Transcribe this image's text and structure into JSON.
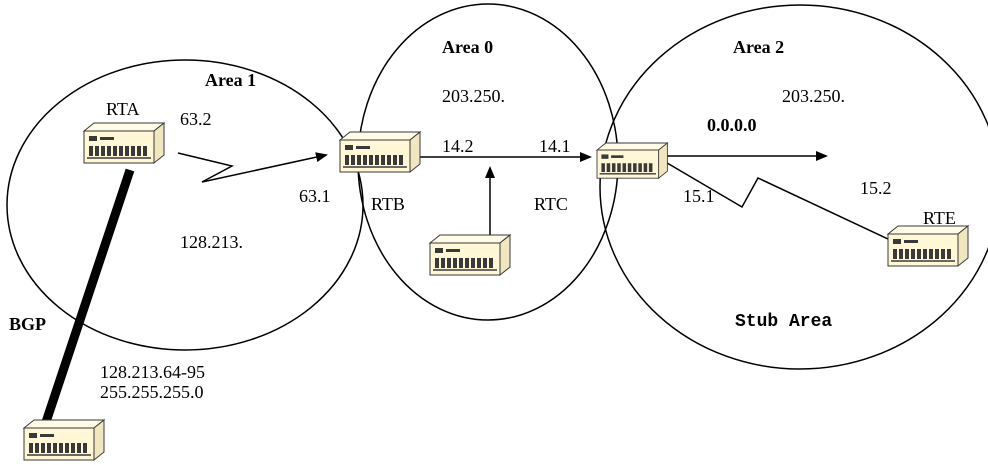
{
  "areas": {
    "area1": {
      "title": "Area 1",
      "network": "128.213."
    },
    "area0": {
      "title": "Area 0",
      "network": "203.250."
    },
    "area2": {
      "title": "Area 2",
      "network": "203.250.",
      "default_route": "0.0.0.0",
      "subtitle": "Stub Area"
    }
  },
  "routers": {
    "rta": {
      "name": "RTA"
    },
    "rtb": {
      "name": "RTB"
    },
    "rtc": {
      "name": "RTC"
    },
    "rte": {
      "name": "RTE"
    }
  },
  "addresses": {
    "rta_serial": "63.2",
    "rtb_serial": "63.1",
    "rtb_eth": "14.2",
    "rtc_eth": "14.1",
    "rtc_serial": "15.1",
    "rte_serial": "15.2"
  },
  "bgp": {
    "label": "BGP",
    "prefix": "128.213.64-95",
    "mask": "255.255.255.0"
  },
  "colors": {
    "line": "#000000",
    "router_fill": "#fff7d6",
    "router_stroke": "#3a3a3a"
  }
}
